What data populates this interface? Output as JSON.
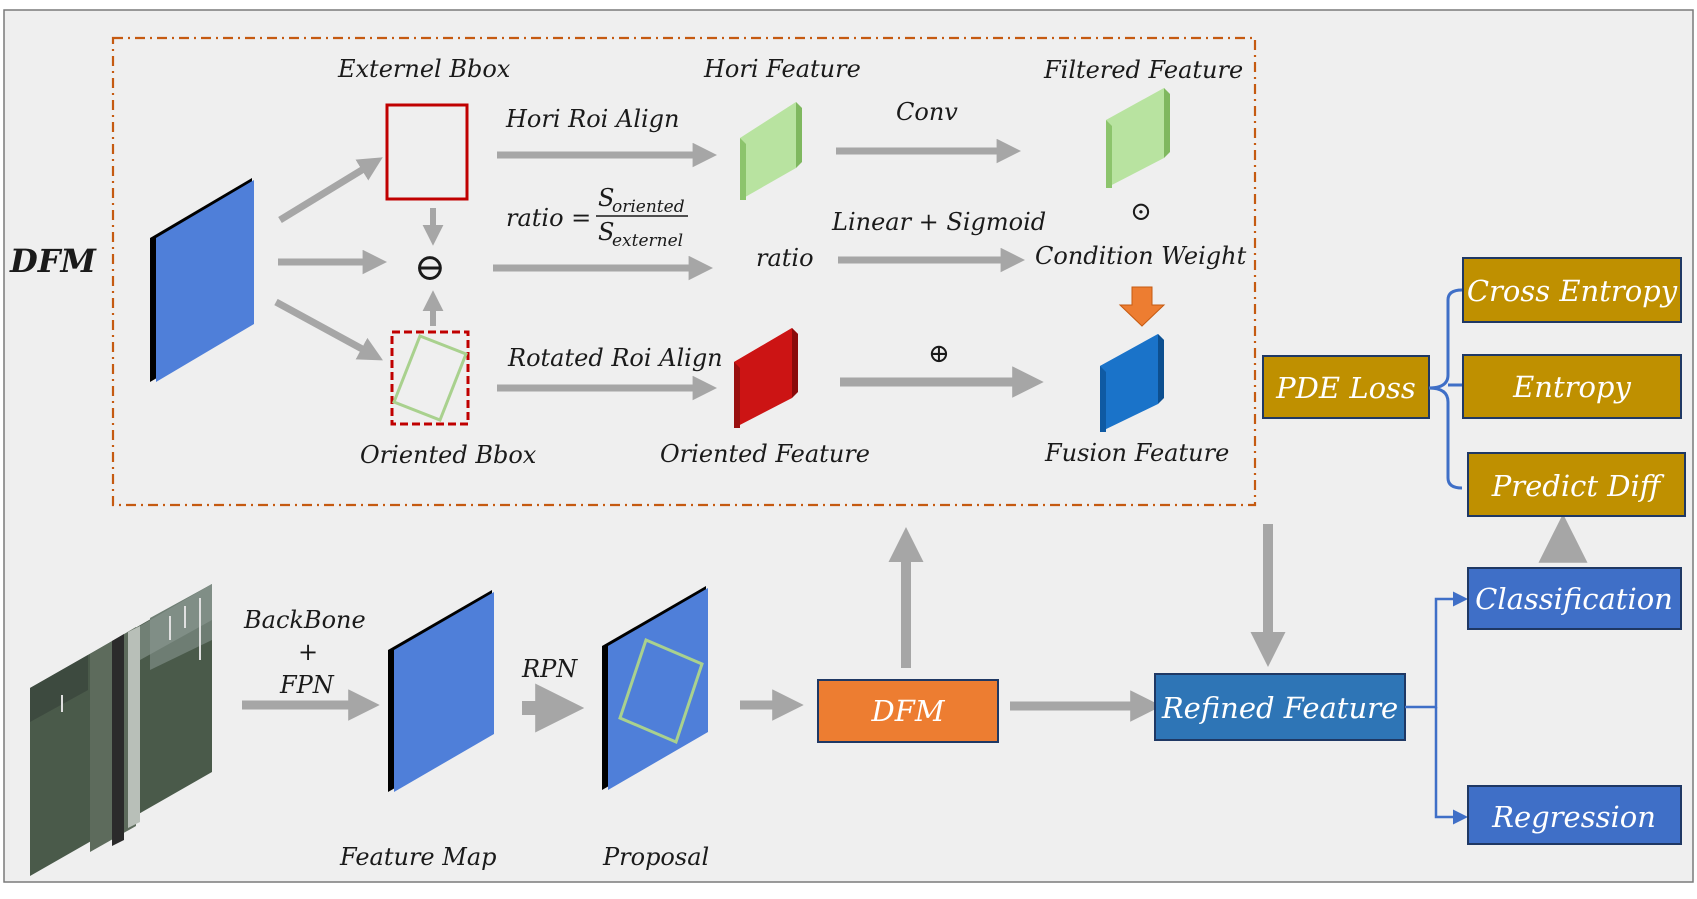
{
  "colors": {
    "background": "#efefef",
    "blue_feature": "#4f7fd9",
    "green_feature": "#b8e3a0",
    "red_feature": "#cc1414",
    "fusion_blue": "#1a73c9",
    "dfm_orange": "#ed7d31",
    "loss_gold": "#bf9000",
    "head_blue": "#3f6fc7",
    "refined_blue": "#2e75b6",
    "arrow_gray": "#a6a6a6",
    "dash_orange": "#c55a11"
  },
  "module": {
    "title": "DFM",
    "externel_bbox": "Externel Bbox",
    "oriented_bbox": "Oriented Bbox",
    "hori_roi_align": "Hori Roi Align",
    "rotated_roi_align": "Rotated Roi Align",
    "ratio_lhs": "ratio =",
    "ratio_num": "S",
    "ratio_num_sub": "oriented",
    "ratio_den": "S",
    "ratio_den_sub": "externel",
    "hori_feature": "Hori Feature",
    "ratio": "ratio",
    "oriented_feature": "Oriented Feature",
    "conv": "Conv",
    "linear_sigmoid": "Linear + Sigmoid",
    "oplus": "⊕",
    "filtered_feature": "Filtered Feature",
    "odot": "⊙",
    "condition_weight": "Condition Weight",
    "fusion_feature": "Fusion Feature",
    "minus_symbol": "⊖"
  },
  "pipeline": {
    "backbone_line1": "BackBone",
    "backbone_plus": "+",
    "backbone_line2": "FPN",
    "feature_map": "Feature Map",
    "rpn": "RPN",
    "proposal": "Proposal",
    "dfm_box": "DFM",
    "refined_feature": "Refined Feature"
  },
  "heads": {
    "pde_loss": "PDE Loss",
    "cross_entropy": "Cross Entropy",
    "entropy": "Entropy",
    "predict_diff": "Predict Diff",
    "classification": "Classification",
    "regression": "Regression"
  }
}
